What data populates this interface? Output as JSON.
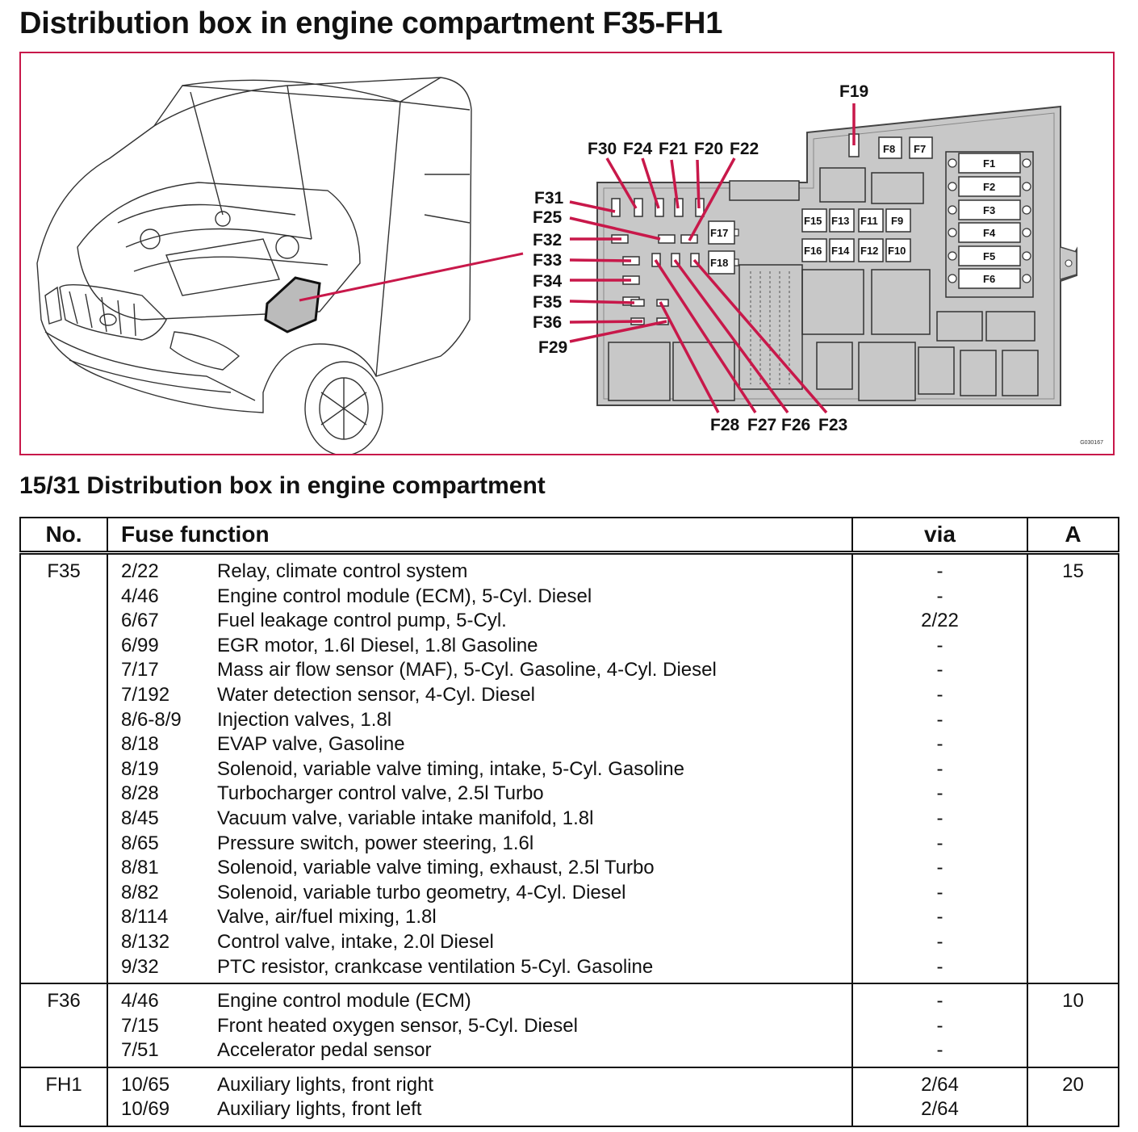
{
  "title": "Distribution box in engine compartment F35-FH1",
  "figure": {
    "code": "G030167",
    "labels": {
      "F19": "F19",
      "F30": "F30",
      "F24": "F24",
      "F21": "F21",
      "F20": "F20",
      "F22": "F22",
      "F31": "F31",
      "F25": "F25",
      "F32": "F32",
      "F33": "F33",
      "F34": "F34",
      "F35": "F35",
      "F36": "F36",
      "F29": "F29",
      "F28": "F28",
      "F27": "F27",
      "F26": "F26",
      "F23": "F23",
      "F8": "F8",
      "F7": "F7",
      "F1": "F1",
      "F2": "F2",
      "F3": "F3",
      "F4": "F4",
      "F5": "F5",
      "F6": "F6",
      "F15": "F15",
      "F13": "F13",
      "F11": "F11",
      "F9": "F9",
      "F16": "F16",
      "F14": "F14",
      "F12": "F12",
      "F10": "F10",
      "F17": "F17",
      "F18": "F18"
    },
    "colors": {
      "frame": "#c8184a",
      "leader": "#c8184a",
      "box_fill": "#c8c8c8"
    }
  },
  "subtitle": "15/31 Distribution box in engine compartment",
  "table": {
    "headers": {
      "no": "No.",
      "function": "Fuse function",
      "via": "via",
      "a": "A"
    },
    "groups": [
      {
        "no": "F35",
        "a": "15",
        "rows": [
          {
            "code": "2/22",
            "text": "Relay, climate control system",
            "via": "-"
          },
          {
            "code": "4/46",
            "text": "Engine control module (ECM), 5-Cyl. Diesel",
            "via": "-"
          },
          {
            "code": "6/67",
            "text": "Fuel leakage control pump, 5-Cyl.",
            "via": "2/22"
          },
          {
            "code": "6/99",
            "text": "EGR motor, 1.6l Diesel, 1.8l Gasoline",
            "via": "-"
          },
          {
            "code": "7/17",
            "text": "Mass air flow sensor (MAF), 5-Cyl. Gasoline, 4-Cyl. Diesel",
            "via": "-"
          },
          {
            "code": "7/192",
            "text": "Water detection sensor, 4-Cyl. Diesel",
            "via": "-"
          },
          {
            "code": "8/6-8/9",
            "text": "Injection valves, 1.8l",
            "via": "-"
          },
          {
            "code": "8/18",
            "text": "EVAP valve, Gasoline",
            "via": "-"
          },
          {
            "code": "8/19",
            "text": "Solenoid, variable valve timing, intake, 5-Cyl. Gasoline",
            "via": "-"
          },
          {
            "code": "8/28",
            "text": "Turbocharger control valve, 2.5l Turbo",
            "via": "-"
          },
          {
            "code": "8/45",
            "text": "Vacuum valve, variable intake manifold, 1.8l",
            "via": "-"
          },
          {
            "code": "8/65",
            "text": "Pressure switch, power steering, 1.6l",
            "via": "-"
          },
          {
            "code": "8/81",
            "text": "Solenoid, variable valve timing, exhaust, 2.5l Turbo",
            "via": "-"
          },
          {
            "code": "8/82",
            "text": "Solenoid, variable turbo geometry, 4-Cyl. Diesel",
            "via": "-"
          },
          {
            "code": "8/114",
            "text": "Valve, air/fuel mixing, 1.8l",
            "via": "-"
          },
          {
            "code": "8/132",
            "text": "Control valve, intake, 2.0l Diesel",
            "via": "-"
          },
          {
            "code": "9/32",
            "text": "PTC resistor, crankcase ventilation 5-Cyl. Gasoline",
            "via": "-"
          }
        ]
      },
      {
        "no": "F36",
        "a": "10",
        "rows": [
          {
            "code": "4/46",
            "text": "Engine control module (ECM)",
            "via": "-"
          },
          {
            "code": "7/15",
            "text": "Front heated oxygen sensor, 5-Cyl. Diesel",
            "via": "-"
          },
          {
            "code": "7/51",
            "text": "Accelerator pedal sensor",
            "via": "-"
          }
        ]
      },
      {
        "no": "FH1",
        "a": "20",
        "rows": [
          {
            "code": "10/65",
            "text": "Auxiliary lights, front right",
            "via": "2/64"
          },
          {
            "code": "10/69",
            "text": "Auxiliary lights, front left",
            "via": "2/64"
          }
        ]
      }
    ]
  }
}
